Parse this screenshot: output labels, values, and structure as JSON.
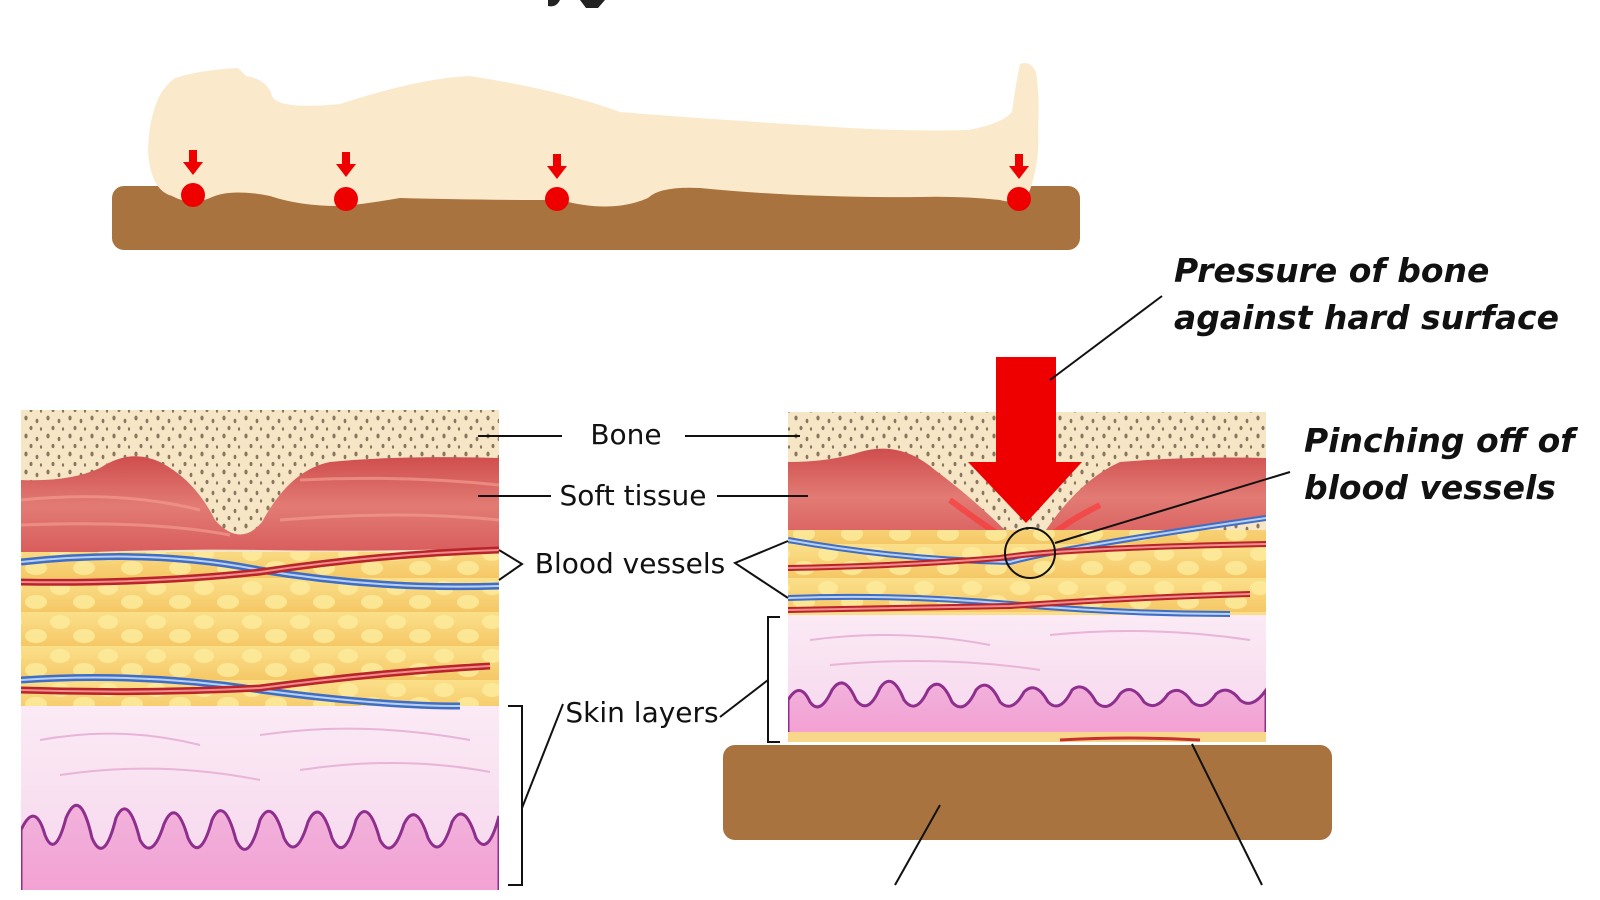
{
  "labels": {
    "bone": "Bone",
    "soft_tissue": "Soft tissue",
    "blood_vessels": "Blood vessels",
    "skin_layers": "Skin layers"
  },
  "callouts": {
    "pressure_line1": "Pressure of bone",
    "pressure_line2": "against hard surface",
    "pinching_line1": "Pinching off of",
    "pinching_line2": "blood vessels"
  },
  "colors": {
    "mattress": "#a8733f",
    "body_silhouette": "#fbe9cc",
    "pressure_red": "#ee0000",
    "bone": "#f6e6c6",
    "soft_tissue": "#d9605c",
    "fat": "#f8cf6a",
    "skin_light": "#fbe6f3",
    "skin_dark": "#f2a8d6",
    "artery": "#b8242a",
    "vein": "#3f6ec4"
  },
  "pressure_points_count": 4
}
